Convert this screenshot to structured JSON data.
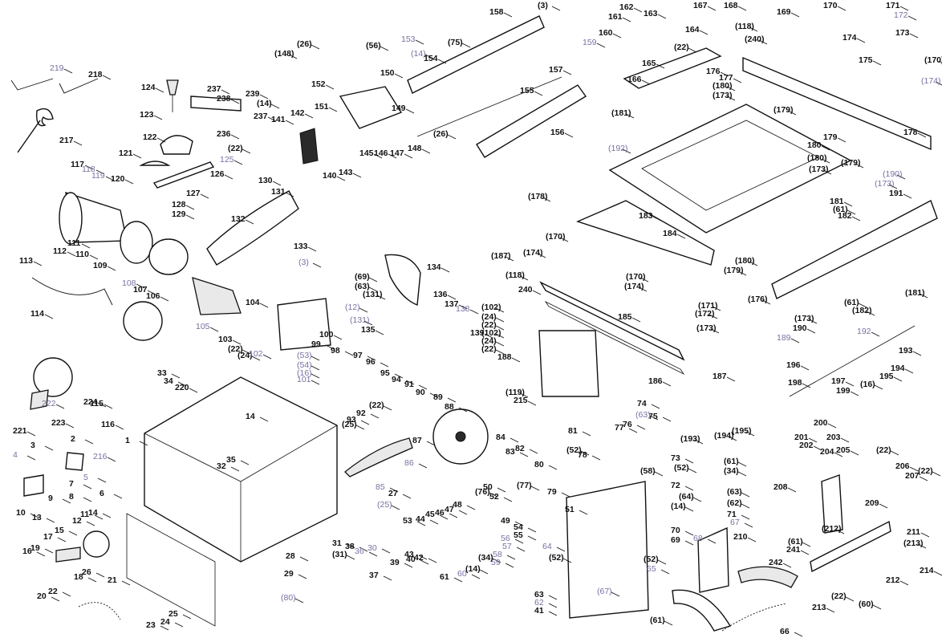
{
  "callouts": [
    {
      "text": "219",
      "alt": true
    },
    {
      "text": "218"
    },
    {
      "text": "217"
    },
    {
      "text": "124"
    },
    {
      "text": "123"
    },
    {
      "text": "122"
    },
    {
      "text": "121"
    },
    {
      "text": "120"
    },
    {
      "text": "237"
    },
    {
      "text": "238"
    },
    {
      "text": "239"
    },
    {
      "text": "(14)"
    },
    {
      "text": "237"
    },
    {
      "text": "236"
    },
    {
      "text": "(22)"
    },
    {
      "text": "125",
      "alt": true
    },
    {
      "text": "126"
    },
    {
      "text": "127"
    },
    {
      "text": "128"
    },
    {
      "text": "129"
    },
    {
      "text": "117"
    },
    {
      "text": "118",
      "alt": true
    },
    {
      "text": "119",
      "alt": true
    },
    {
      "text": "111"
    },
    {
      "text": "112"
    },
    {
      "text": "113"
    },
    {
      "text": "110"
    },
    {
      "text": "109"
    },
    {
      "text": "108",
      "alt": true
    },
    {
      "text": "107"
    },
    {
      "text": "106"
    },
    {
      "text": "105",
      "alt": true
    },
    {
      "text": "114"
    },
    {
      "text": "104"
    },
    {
      "text": "103"
    },
    {
      "text": "(22)"
    },
    {
      "text": "(24)"
    },
    {
      "text": "102",
      "alt": true
    },
    {
      "text": "130"
    },
    {
      "text": "131"
    },
    {
      "text": "132"
    },
    {
      "text": "133"
    },
    {
      "text": "(3)",
      "alt": true
    },
    {
      "text": "(26)"
    },
    {
      "text": "(148)"
    },
    {
      "text": "152"
    },
    {
      "text": "151"
    },
    {
      "text": "(56)"
    },
    {
      "text": "153",
      "alt": true
    },
    {
      "text": "150"
    },
    {
      "text": "149"
    },
    {
      "text": "142"
    },
    {
      "text": "141"
    },
    {
      "text": "143"
    },
    {
      "text": "140"
    },
    {
      "text": "145"
    },
    {
      "text": "146"
    },
    {
      "text": "147"
    },
    {
      "text": "148"
    },
    {
      "text": "(26)"
    },
    {
      "text": "(14)",
      "alt": true
    },
    {
      "text": "154"
    },
    {
      "text": "(75)"
    },
    {
      "text": "158"
    },
    {
      "text": "(3)"
    },
    {
      "text": "159",
      "alt": true
    },
    {
      "text": "157"
    },
    {
      "text": "155"
    },
    {
      "text": "156"
    },
    {
      "text": "162"
    },
    {
      "text": "163"
    },
    {
      "text": "161"
    },
    {
      "text": "160"
    },
    {
      "text": "164"
    },
    {
      "text": "165"
    },
    {
      "text": "(22)"
    },
    {
      "text": "166"
    },
    {
      "text": "167"
    },
    {
      "text": "168"
    },
    {
      "text": "169"
    },
    {
      "text": "(118)"
    },
    {
      "text": "(240)"
    },
    {
      "text": "176"
    },
    {
      "text": "177"
    },
    {
      "text": "(180)"
    },
    {
      "text": "(173)"
    },
    {
      "text": "170"
    },
    {
      "text": "174"
    },
    {
      "text": "171"
    },
    {
      "text": "172",
      "alt": true
    },
    {
      "text": "173"
    },
    {
      "text": "(170)"
    },
    {
      "text": "(174)",
      "alt": true
    },
    {
      "text": "175"
    },
    {
      "text": "(181)"
    },
    {
      "text": "(192)",
      "alt": true
    },
    {
      "text": "(179)"
    },
    {
      "text": "178"
    },
    {
      "text": "179"
    },
    {
      "text": "180"
    },
    {
      "text": "(180)"
    },
    {
      "text": "(173)"
    },
    {
      "text": "(179)"
    },
    {
      "text": "183"
    },
    {
      "text": "(178)"
    },
    {
      "text": "(190)",
      "alt": true
    },
    {
      "text": "(173)",
      "alt": true
    },
    {
      "text": "191"
    },
    {
      "text": "181"
    },
    {
      "text": "(61)"
    },
    {
      "text": "182"
    },
    {
      "text": "(170)"
    },
    {
      "text": "(174)"
    },
    {
      "text": "184"
    },
    {
      "text": "(180)"
    },
    {
      "text": "(179)"
    },
    {
      "text": "(187)"
    },
    {
      "text": "(118)"
    },
    {
      "text": "240"
    },
    {
      "text": "(170)"
    },
    {
      "text": "(174)"
    },
    {
      "text": "(171)"
    },
    {
      "text": "(172)"
    },
    {
      "text": "(173)"
    },
    {
      "text": "(176)"
    },
    {
      "text": "(173)"
    },
    {
      "text": "190"
    },
    {
      "text": "189",
      "alt": true
    },
    {
      "text": "(61)"
    },
    {
      "text": "(182)"
    },
    {
      "text": "(181)"
    },
    {
      "text": "185"
    },
    {
      "text": "(102)"
    },
    {
      "text": "(24)"
    },
    {
      "text": "(22)"
    },
    {
      "text": "(102)"
    },
    {
      "text": "(24)"
    },
    {
      "text": "(22)"
    },
    {
      "text": "188"
    },
    {
      "text": "186"
    },
    {
      "text": "187"
    },
    {
      "text": "192",
      "alt": true
    },
    {
      "text": "193"
    },
    {
      "text": "196"
    },
    {
      "text": "197"
    },
    {
      "text": "198"
    },
    {
      "text": "194"
    },
    {
      "text": "195"
    },
    {
      "text": "(16)"
    },
    {
      "text": "199"
    },
    {
      "text": "200"
    },
    {
      "text": "(119)"
    },
    {
      "text": "215"
    },
    {
      "text": "134"
    },
    {
      "text": "(69)"
    },
    {
      "text": "(63)"
    },
    {
      "text": "(131)"
    },
    {
      "text": "(12)",
      "alt": true
    },
    {
      "text": "(131)",
      "alt": true
    },
    {
      "text": "135"
    },
    {
      "text": "136"
    },
    {
      "text": "137"
    },
    {
      "text": "138",
      "alt": true
    },
    {
      "text": "139"
    },
    {
      "text": "100"
    },
    {
      "text": "99"
    },
    {
      "text": "98"
    },
    {
      "text": "97"
    },
    {
      "text": "96"
    },
    {
      "text": "(53)",
      "alt": true
    },
    {
      "text": "(54)",
      "alt": true
    },
    {
      "text": "(16)",
      "alt": true
    },
    {
      "text": "101",
      "alt": true
    },
    {
      "text": "95"
    },
    {
      "text": "94"
    },
    {
      "text": "91"
    },
    {
      "text": "90"
    },
    {
      "text": "89"
    },
    {
      "text": "88"
    },
    {
      "text": "(22)"
    },
    {
      "text": "92"
    },
    {
      "text": "(25)"
    },
    {
      "text": "93"
    },
    {
      "text": "87"
    },
    {
      "text": "84"
    },
    {
      "text": "83"
    },
    {
      "text": "82"
    },
    {
      "text": "86",
      "alt": true
    },
    {
      "text": "81"
    },
    {
      "text": "(52)"
    },
    {
      "text": "78"
    },
    {
      "text": "80"
    },
    {
      "text": "74"
    },
    {
      "text": "75"
    },
    {
      "text": "(63)",
      "alt": true
    },
    {
      "text": "76"
    },
    {
      "text": "77"
    },
    {
      "text": "(193)"
    },
    {
      "text": "(194)"
    },
    {
      "text": "(195)"
    },
    {
      "text": "201"
    },
    {
      "text": "202"
    },
    {
      "text": "203"
    },
    {
      "text": "204"
    },
    {
      "text": "205"
    },
    {
      "text": "(22)"
    },
    {
      "text": "206"
    },
    {
      "text": "207"
    },
    {
      "text": "(22)"
    },
    {
      "text": "208"
    },
    {
      "text": "209"
    },
    {
      "text": "(212)"
    },
    {
      "text": "211"
    },
    {
      "text": "(213)"
    },
    {
      "text": "214"
    },
    {
      "text": "212"
    },
    {
      "text": "(22)"
    },
    {
      "text": "213"
    },
    {
      "text": "(60)"
    },
    {
      "text": "73"
    },
    {
      "text": "(52)"
    },
    {
      "text": "(61)"
    },
    {
      "text": "(34)"
    },
    {
      "text": "(58)"
    },
    {
      "text": "72"
    },
    {
      "text": "(64)"
    },
    {
      "text": "(14)"
    },
    {
      "text": "(63)"
    },
    {
      "text": "(62)"
    },
    {
      "text": "71"
    },
    {
      "text": "70"
    },
    {
      "text": "69"
    },
    {
      "text": "68",
      "alt": true
    },
    {
      "text": "67",
      "alt": true
    },
    {
      "text": "210"
    },
    {
      "text": "(61)"
    },
    {
      "text": "241"
    },
    {
      "text": "242"
    },
    {
      "text": "66"
    },
    {
      "text": "(61)"
    },
    {
      "text": "(52)"
    },
    {
      "text": "65",
      "alt": true
    },
    {
      "text": "(67)",
      "alt": true
    },
    {
      "text": "79"
    },
    {
      "text": "51"
    },
    {
      "text": "(77)"
    },
    {
      "text": "(76)"
    },
    {
      "text": "50"
    },
    {
      "text": "52"
    },
    {
      "text": "49"
    },
    {
      "text": "48"
    },
    {
      "text": "47"
    },
    {
      "text": "46"
    },
    {
      "text": "45"
    },
    {
      "text": "44"
    },
    {
      "text": "53"
    },
    {
      "text": "54"
    },
    {
      "text": "55"
    },
    {
      "text": "56",
      "alt": true
    },
    {
      "text": "57",
      "alt": true
    },
    {
      "text": "58",
      "alt": true
    },
    {
      "text": "59",
      "alt": true
    },
    {
      "text": "(34)"
    },
    {
      "text": "64",
      "alt": true
    },
    {
      "text": "(52)"
    },
    {
      "text": "61"
    },
    {
      "text": "60",
      "alt": true
    },
    {
      "text": "(14)"
    },
    {
      "text": "63"
    },
    {
      "text": "62",
      "alt": true
    },
    {
      "text": "41"
    },
    {
      "text": "43"
    },
    {
      "text": "42"
    },
    {
      "text": "40"
    },
    {
      "text": "39"
    },
    {
      "text": "37"
    },
    {
      "text": "38"
    },
    {
      "text": "36",
      "alt": true
    },
    {
      "text": "30",
      "alt": true
    },
    {
      "text": "31"
    },
    {
      "text": "(31)"
    },
    {
      "text": "(25)",
      "alt": true
    },
    {
      "text": "85",
      "alt": true
    },
    {
      "text": "27"
    },
    {
      "text": "28"
    },
    {
      "text": "29"
    },
    {
      "text": "(80)",
      "alt": true
    },
    {
      "text": "14"
    },
    {
      "text": "35"
    },
    {
      "text": "32"
    },
    {
      "text": "33"
    },
    {
      "text": "34"
    },
    {
      "text": "220"
    },
    {
      "text": "221"
    },
    {
      "text": "222",
      "alt": true
    },
    {
      "text": "223"
    },
    {
      "text": "224"
    },
    {
      "text": "115"
    },
    {
      "text": "116"
    },
    {
      "text": "1"
    },
    {
      "text": "2"
    },
    {
      "text": "3"
    },
    {
      "text": "216",
      "alt": true
    },
    {
      "text": "4",
      "alt": true
    },
    {
      "text": "5",
      "alt": true
    },
    {
      "text": "6"
    },
    {
      "text": "7"
    },
    {
      "text": "8"
    },
    {
      "text": "9"
    },
    {
      "text": "10"
    },
    {
      "text": "13"
    },
    {
      "text": "12"
    },
    {
      "text": "11"
    },
    {
      "text": "14"
    },
    {
      "text": "15"
    },
    {
      "text": "17"
    },
    {
      "text": "16"
    },
    {
      "text": "19"
    },
    {
      "text": "18"
    },
    {
      "text": "26"
    },
    {
      "text": "21"
    },
    {
      "text": "20"
    },
    {
      "text": "22"
    },
    {
      "text": "23"
    },
    {
      "text": "24"
    },
    {
      "text": "25"
    }
  ]
}
